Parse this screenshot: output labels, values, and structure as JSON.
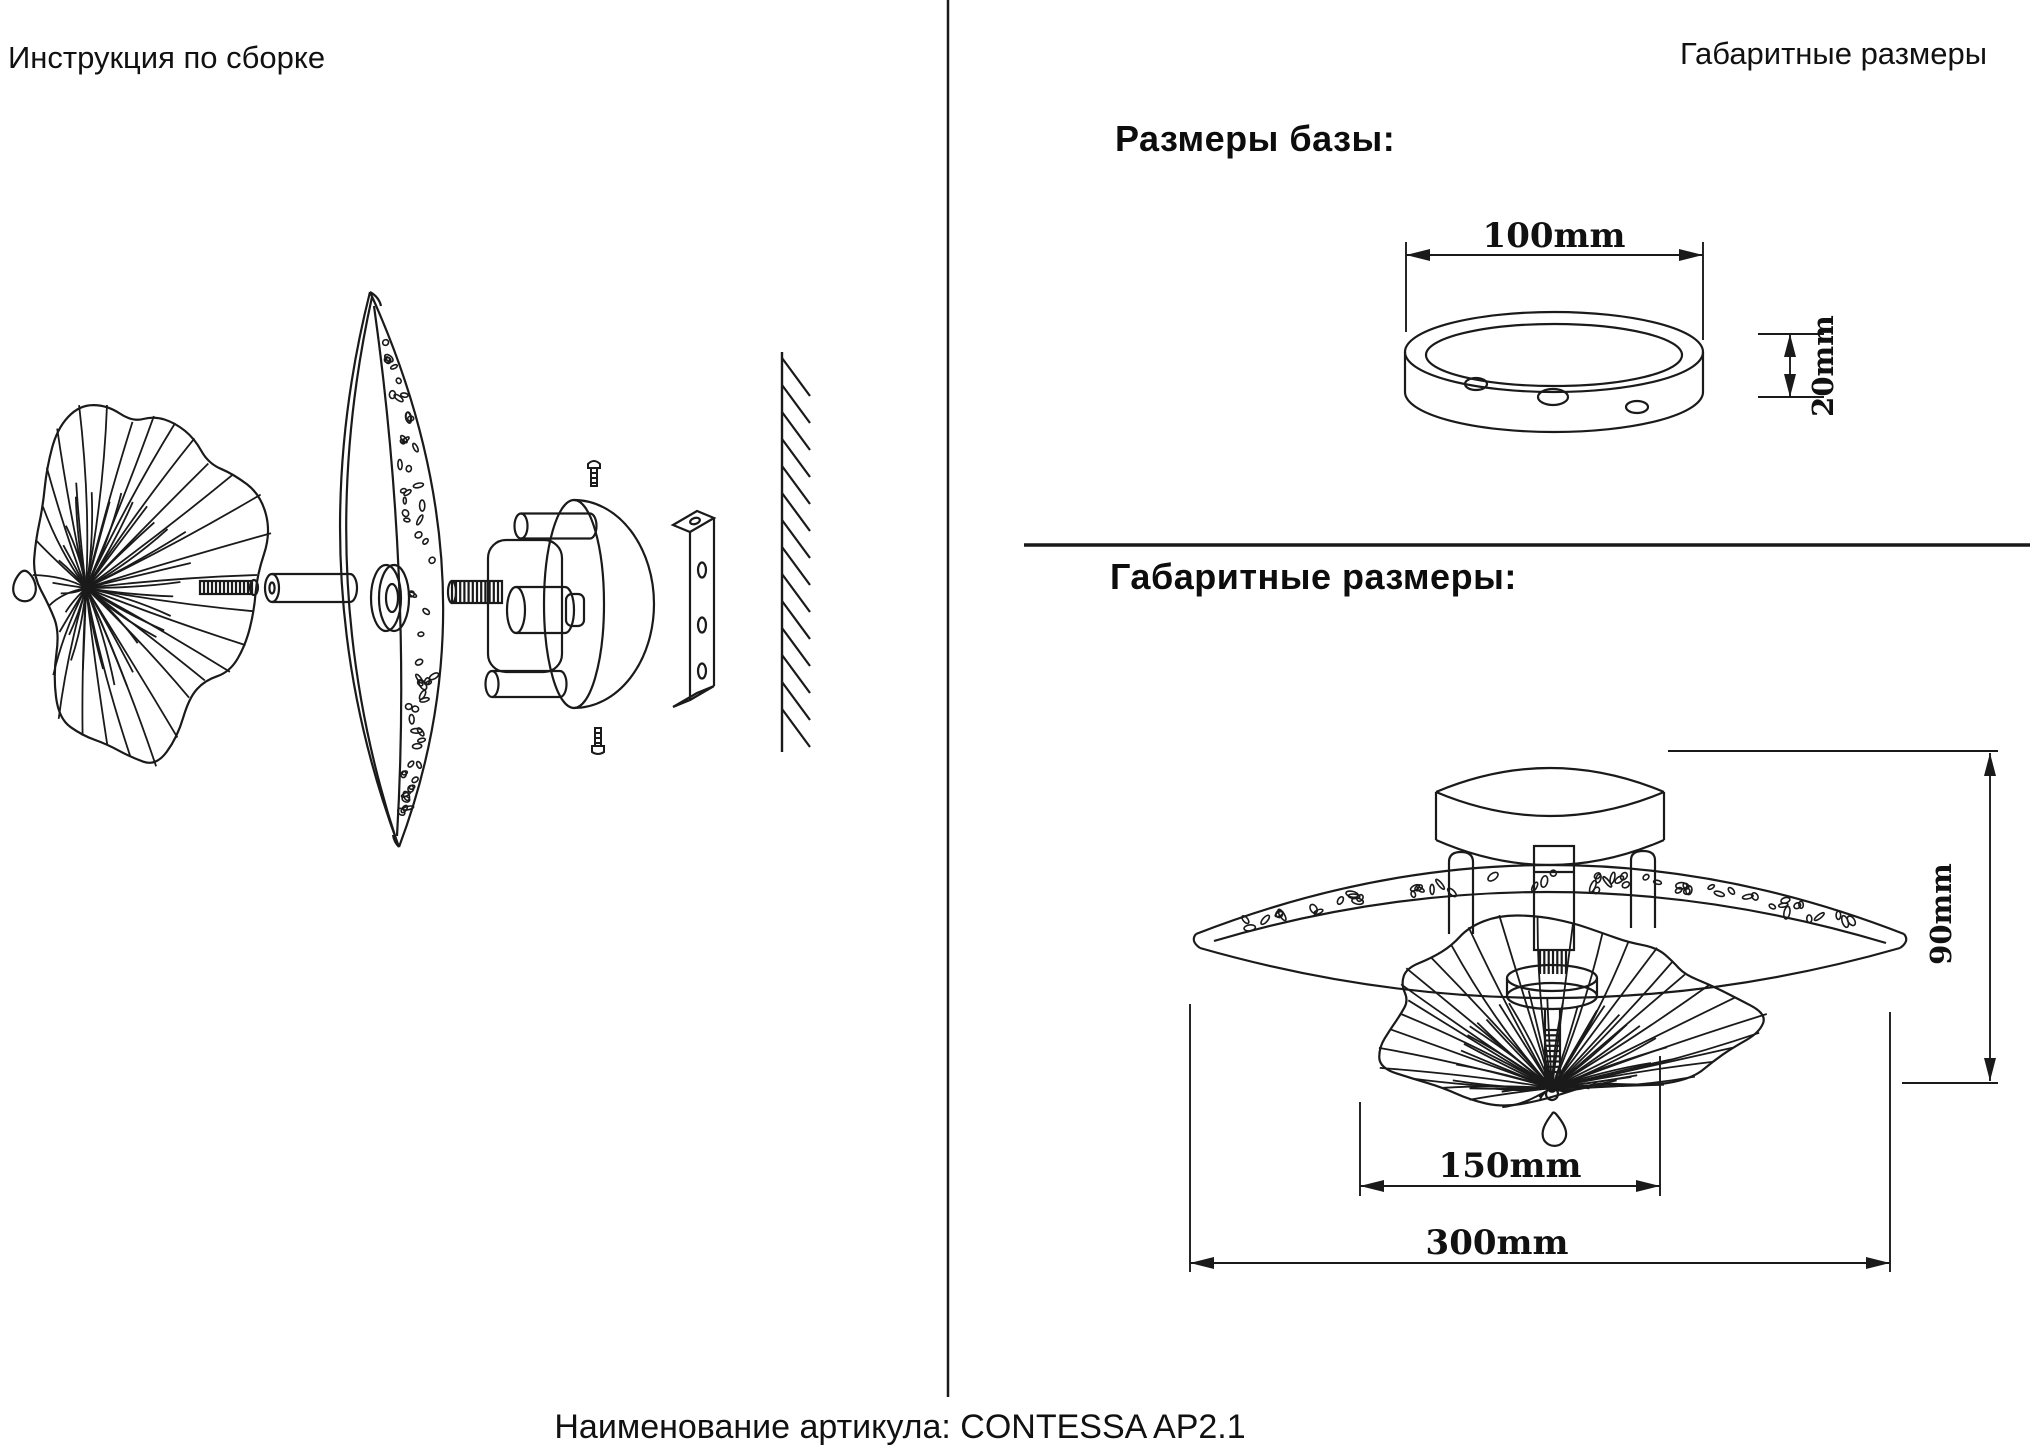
{
  "page": {
    "background": "#ffffff",
    "ink_color": "#1a1a1a",
    "footer_text": "Наименование артикула: CONTESSA AP2.1"
  },
  "headers": {
    "left_title": "Инструкция по сборке",
    "right_title": "Габаритные размеры"
  },
  "base_section": {
    "heading": "Размеры базы:",
    "dimensions": {
      "diameter": "100mm",
      "height": "20mm"
    }
  },
  "overall_section": {
    "heading": "Габаритные размеры:",
    "dimensions": {
      "total_height": "90mm",
      "shade_width": "150mm",
      "total_width": "300mm"
    }
  }
}
